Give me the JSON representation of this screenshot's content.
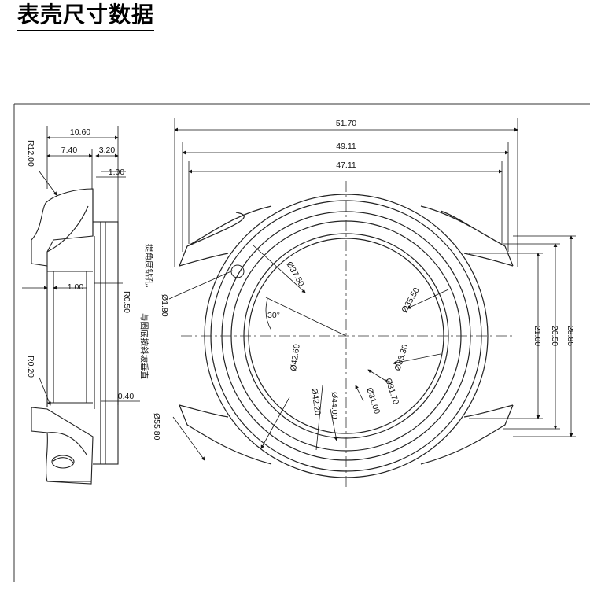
{
  "title": "表壳尺寸数据",
  "side_view": {
    "dims": {
      "width_total": "10.60",
      "width_a": "7.40",
      "width_b": "3.20",
      "step_top": "1.00",
      "radius_top": "R12.00",
      "inner_step": "1.00",
      "radius_inner": "R0.50",
      "radius_low": "R0.20",
      "step_low": "0.40"
    }
  },
  "front_view": {
    "dims": {
      "w_outer": "51.70",
      "w_mid": "49.11",
      "w_inner": "47.11",
      "h_a": "21.00",
      "h_b": "26.50",
      "h_c": "28.85",
      "d_3750": "Ø37.50",
      "d_3550": "Ø35.50",
      "d_3330": "Ø33.30",
      "d_3170": "Ø31.70",
      "d_3100": "Ø31.00",
      "d_4400": "Ø44.00",
      "d_4220": "Ø42.20",
      "d_4260": "Ø42.60",
      "d_5580": "Ø55.80",
      "d_180": "Ø1.80",
      "angle": "30°"
    },
    "note_line1": "提角度钻孔,",
    "note_line2": "与圈底按斜坡垂直"
  }
}
